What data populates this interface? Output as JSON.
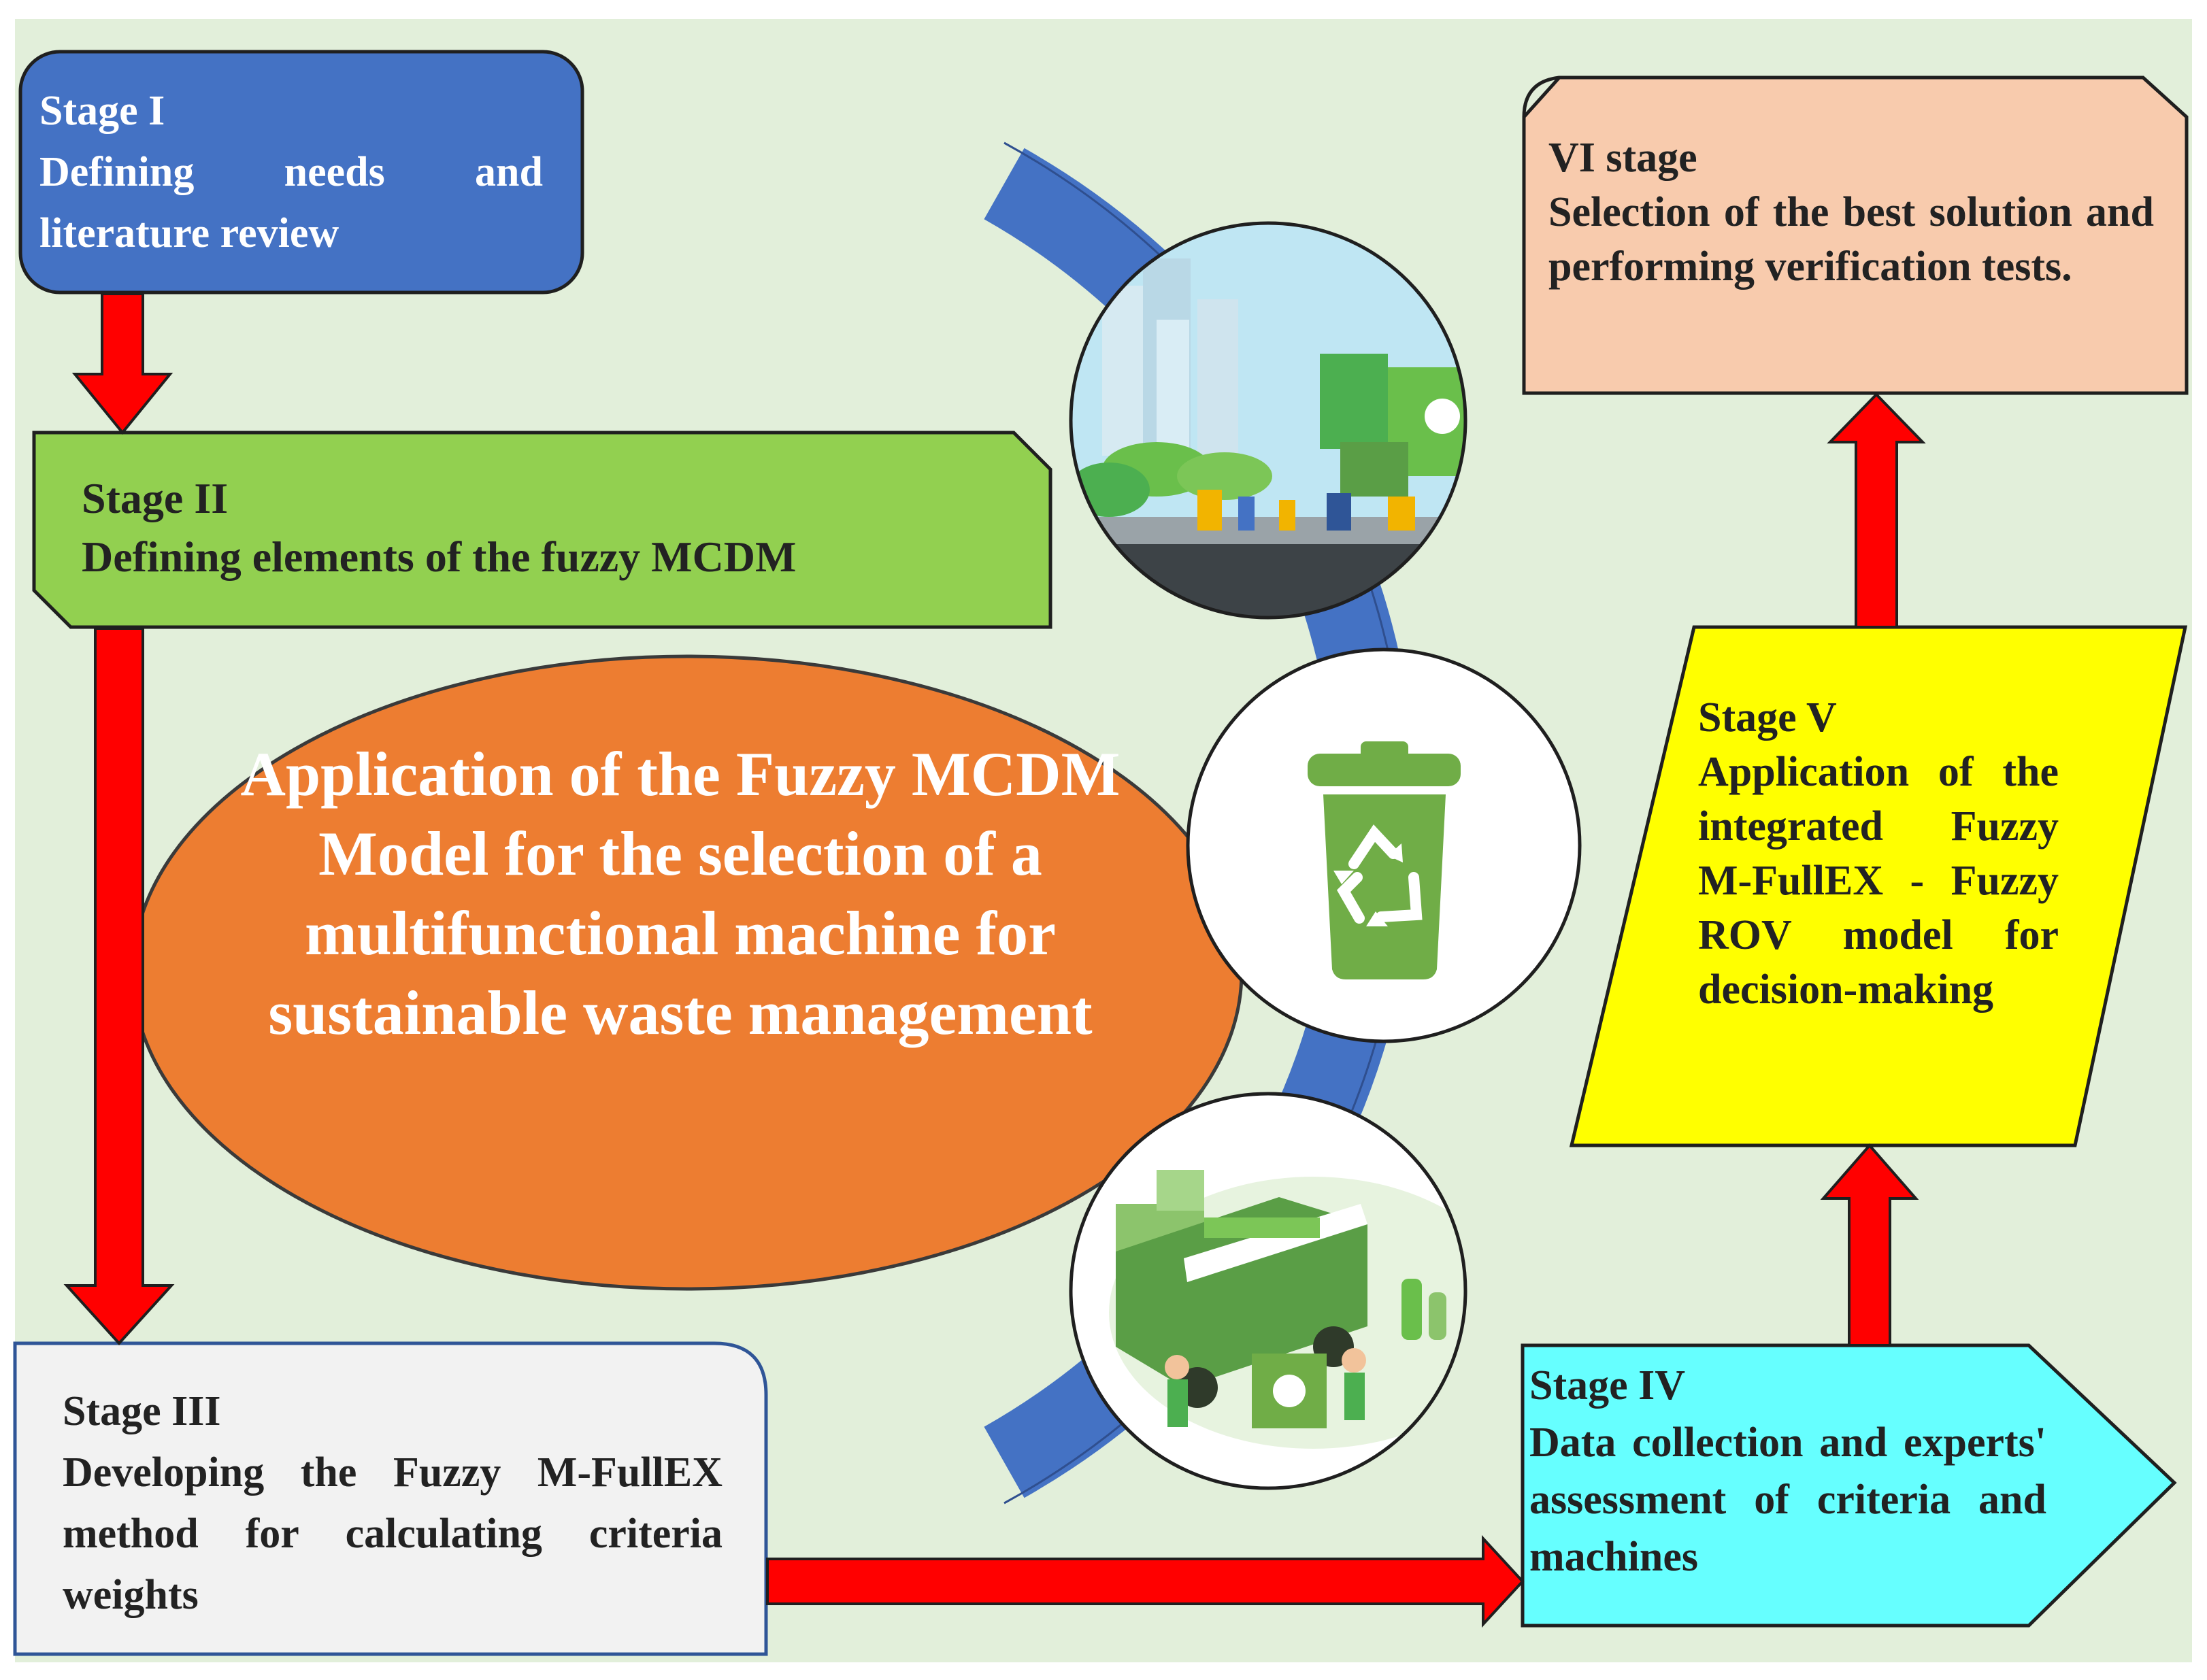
{
  "colors": {
    "background": "#e2efda",
    "stage1_fill": "#4472c4",
    "stage2_fill": "#92d050",
    "stage3_fill": "#f2f2f2",
    "stage4_fill": "#66ffff",
    "stage5_fill": "#ffff00",
    "stage6_fill": "#f8cbad",
    "ellipse_fill": "#ed7d31",
    "arrow": "#ff0000",
    "arc": "#4472c4",
    "recycle_green": "#70ad47"
  },
  "stages": {
    "stage1": {
      "title": "Stage I",
      "body": "Defining needs and literature review"
    },
    "stage2": {
      "title": "Stage II",
      "body": "Defining elements of the fuzzy MCDM"
    },
    "stage3": {
      "title": "Stage III",
      "body": "Developing the Fuzzy M-FullEX method for calculating criteria weights"
    },
    "stage4": {
      "title": "Stage IV",
      "body": "Data collection and experts' assessment of criteria and machines"
    },
    "stage5": {
      "title": "Stage V",
      "body": "Application of the integrated Fuzzy M-FullEX - Fuzzy ROV model for decision-making"
    },
    "stage6": {
      "title": "VI stage",
      "body": "Selection of the best solution and performing verification tests."
    }
  },
  "center": {
    "title": "Application of the Fuzzy MCDM Model for the selection of a multifunctional machine for sustainable waste management"
  },
  "images": {
    "top": "city-recycling-illustration",
    "middle": "recycle-bin-icon",
    "bottom": "recycling-truck-illustration"
  }
}
